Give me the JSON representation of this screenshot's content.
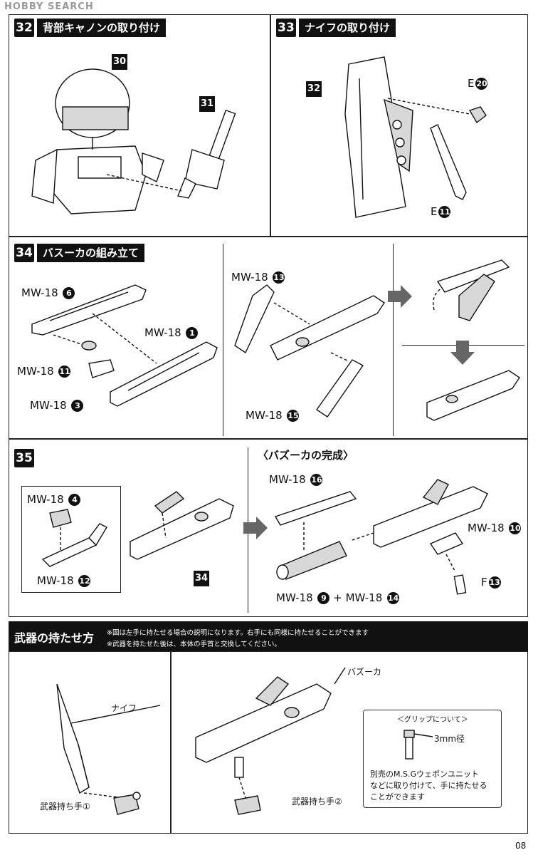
{
  "watermark": "HOBBY SEARCH",
  "page_number": "08",
  "step32": {
    "number": "32",
    "title": "背部キャノンの取り付け",
    "part_a": "30",
    "part_b": "31"
  },
  "step33": {
    "number": "33",
    "title": "ナイフの取り付け",
    "part_a": "32",
    "ref1": {
      "label": "E",
      "num": "20"
    },
    "ref2": {
      "label": "E",
      "num": "11"
    }
  },
  "step34": {
    "number": "34",
    "title": "バスーカの組み立て",
    "refs": [
      {
        "label": "MW-18",
        "num": "6"
      },
      {
        "label": "MW-18",
        "num": "1"
      },
      {
        "label": "MW-18",
        "num": "11"
      },
      {
        "label": "MW-18",
        "num": "3"
      },
      {
        "label": "MW-18",
        "num": "13"
      },
      {
        "label": "MW-18",
        "num": "15"
      }
    ]
  },
  "step35": {
    "number": "35",
    "subtitle": "〈バズーカの完成〉",
    "sub_part": "34",
    "refs": [
      {
        "label": "MW-18",
        "num": "4"
      },
      {
        "label": "MW-18",
        "num": "12"
      },
      {
        "label": "MW-18",
        "num": "16"
      },
      {
        "label": "MW-18",
        "num": "10"
      },
      {
        "label": "F",
        "num": "13"
      }
    ],
    "combo": {
      "label_a": "MW-18",
      "num_a": "9",
      "plus": "+",
      "label_b": "MW-18",
      "num_b": "14"
    }
  },
  "holding": {
    "title": "武器の持たせ方",
    "note1": "※図は左手に持たせる場合の説明になります。右手にも同様に持たせることができます",
    "note2": "※武器を持たせた後は、本体の手首と交換してください。",
    "knife_label": "ナイフ",
    "hand1_label": "武器持ち手①",
    "bazooka_label": "バズーカ",
    "hand2_label": "武器持ち手②",
    "grip_title": "＜グリップについて＞",
    "grip_size": "3mm径",
    "grip_text": [
      "別売のM.S.Gウェポンユニット",
      "などに取り付けて、手に持たせる",
      "ことができます"
    ]
  }
}
